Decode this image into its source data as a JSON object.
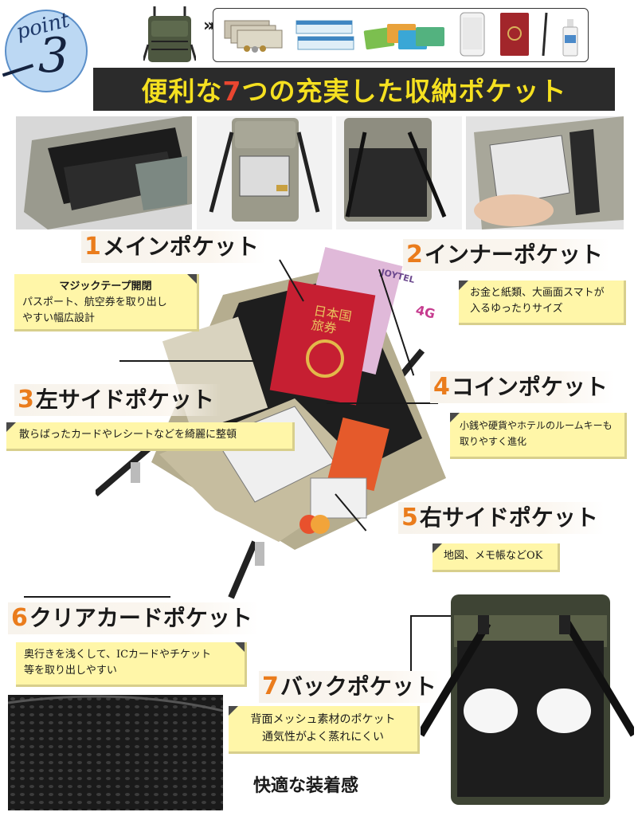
{
  "badge": {
    "word": "point",
    "number": "3"
  },
  "title": {
    "before": "便利な",
    "accent": "7",
    "after": "つの充実した収納ポケット"
  },
  "strip_icons": [
    "pouch-icon",
    "arrows-icon",
    "banknotes-icon",
    "tickets-icon",
    "cards-icon",
    "smartphone-icon",
    "passport-icon",
    "pen-icon",
    "bottle-icon"
  ],
  "passport": {
    "line1": "日本国",
    "line2": "旅券"
  },
  "simcard": {
    "brand": "JOYTEL",
    "network": "4G"
  },
  "pockets": [
    {
      "num": "1",
      "label": "メインポケット",
      "desc_title": "マジックテープ開閉",
      "desc": [
        "パスポート、航空券を取り出し",
        "やすい幅広設計"
      ]
    },
    {
      "num": "2",
      "label": "インナーポケット",
      "desc": [
        "お金と紙類、大画面スマトが",
        "入るゆったりサイズ"
      ]
    },
    {
      "num": "3",
      "label": "左サイドポケット",
      "desc": [
        "散らばったカードやレシートなどを綺麗に整頓"
      ]
    },
    {
      "num": "4",
      "label": "コインポケット",
      "desc": [
        "小銭や硬貨やホテルのルームキーも",
        "取りやすく進化"
      ]
    },
    {
      "num": "5",
      "label": "右サイドポケット",
      "desc": [
        "地図、メモ帳などOK"
      ]
    },
    {
      "num": "6",
      "label": "クリアカードポケット",
      "desc": [
        "奥行きを浅くして、ICカードやチケット",
        "等を取り出しやすい"
      ]
    },
    {
      "num": "7",
      "label": "バックポケット",
      "desc": [
        "背面メッシュ素材のポケット",
        "通気性がよく蒸れにくい"
      ]
    }
  ],
  "comfort": "快適な装着感",
  "colors": {
    "title_bg": "#2b2b2b",
    "title_text": "#f5e020",
    "accent": "#e94630",
    "number": "#ea7c1c",
    "desc_bg": "#fff6a8"
  }
}
